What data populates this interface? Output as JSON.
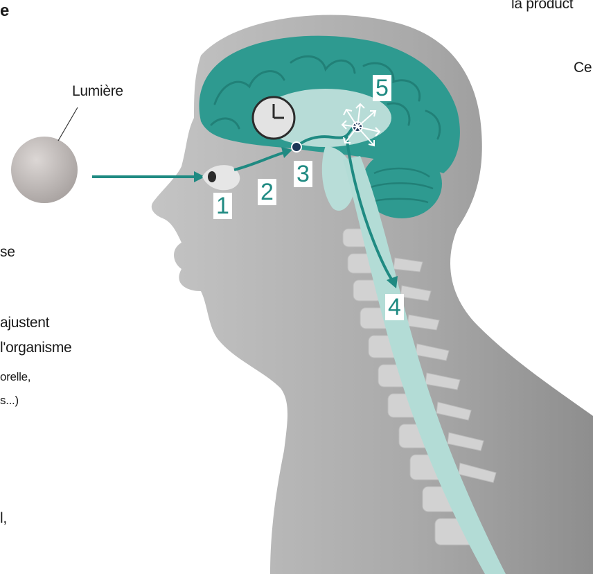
{
  "heading_fragment": "e",
  "top_right_fragment": "la product",
  "right_fragment": "Ce",
  "light_label": "Lumière",
  "left_text": {
    "line1": "se",
    "line2": "ajustent",
    "line3": "l'organisme",
    "line4": "orelle,",
    "line5": "s...)",
    "line6": "l,"
  },
  "steps": [
    "1",
    "2",
    "3",
    "4",
    "5"
  ],
  "colors": {
    "teal": "#1f8a82",
    "brain": "#2e9a90",
    "light_teal": "#bfe0dc",
    "skin": "#b3b3b3",
    "dark_node": "#1c3557",
    "sphere": "#c9c4c2"
  }
}
